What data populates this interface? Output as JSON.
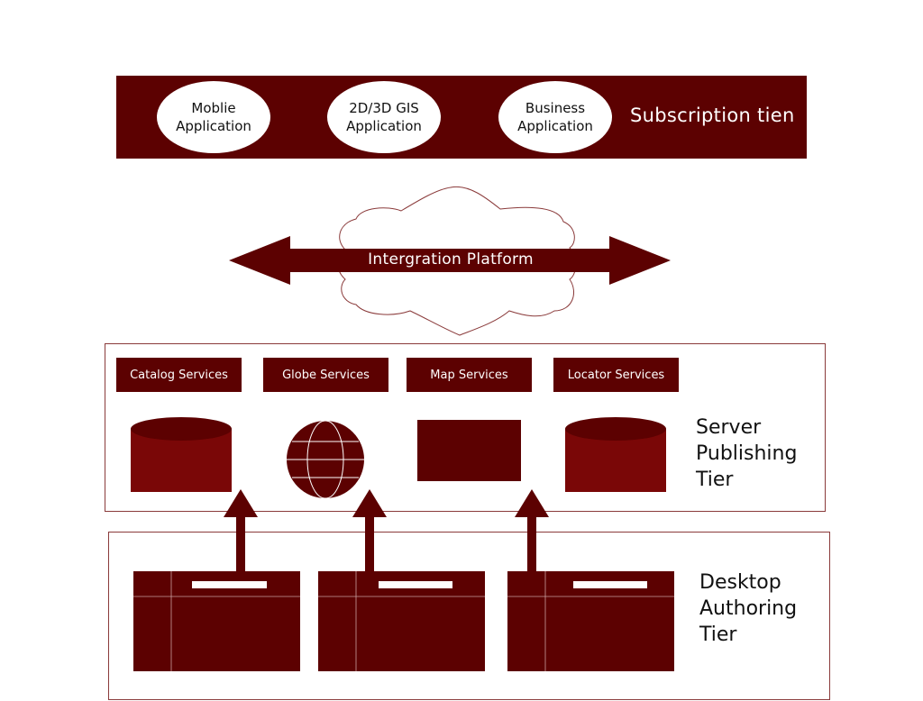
{
  "subscription_tier": {
    "label": "Subscription tien",
    "apps": [
      {
        "label": "Moblie\nApplication"
      },
      {
        "label": "2D/3D GIS\nApplication"
      },
      {
        "label": "Business\nApplication"
      }
    ]
  },
  "integration_platform": {
    "label": "Intergration Platform"
  },
  "server_tier": {
    "label": "Server\nPublishing\nTier",
    "services": [
      {
        "label": "Catalog Services"
      },
      {
        "label": "Globe Services"
      },
      {
        "label": "Map Services"
      },
      {
        "label": "Locator Services"
      }
    ]
  },
  "desktop_tier": {
    "label": "Desktop\nAuthoring\nTier"
  },
  "colors": {
    "primary": "#5c0101",
    "cylinder": "#7a0707",
    "border": "#8a3a3a",
    "background": "#ffffff"
  }
}
